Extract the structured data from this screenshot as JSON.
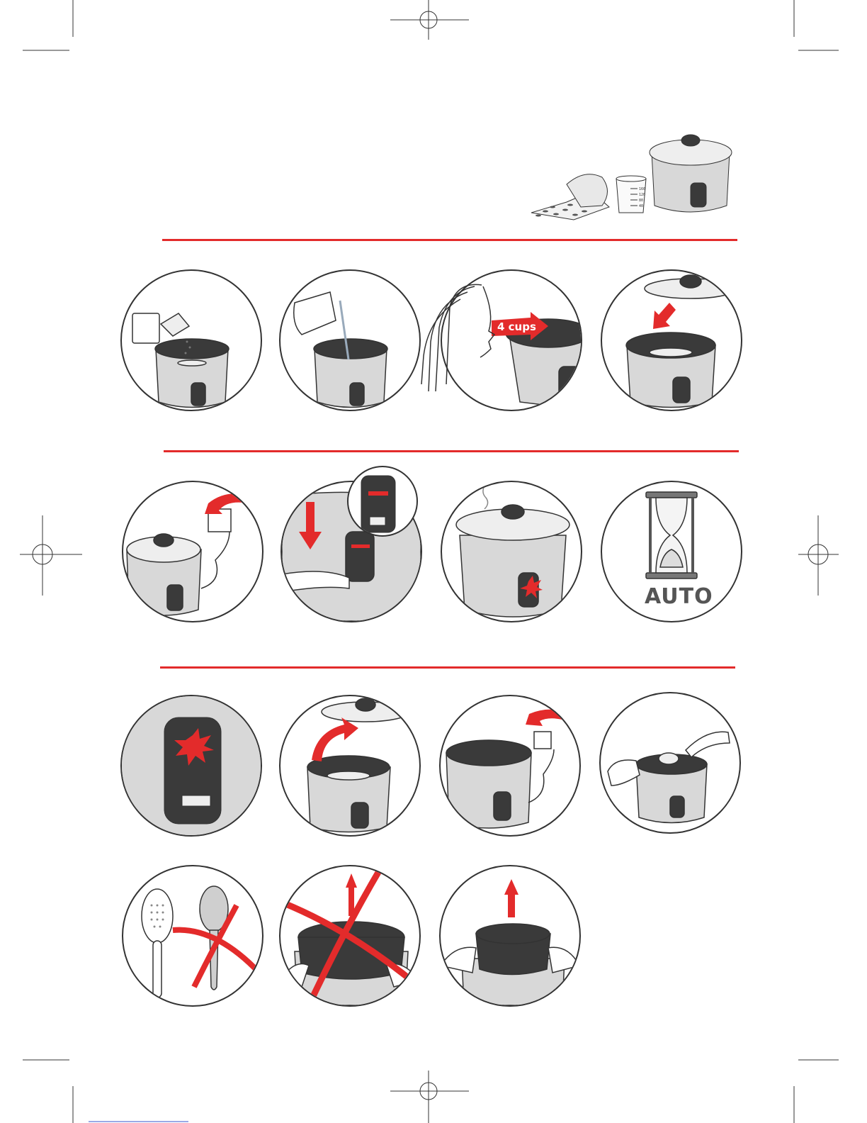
{
  "document": {
    "step_label_cups": "4 cups",
    "step_label_auto": "AUTO",
    "measuring_cup_scale": [
      "160",
      "120",
      "80",
      "40"
    ]
  },
  "colors": {
    "accent_red": "#e32b2b",
    "cooker_body": "#d8d8d8",
    "dark_pot": "#3a3a3a",
    "outline": "#333333"
  },
  "icons": {
    "rice_cooker": "rice-cooker-icon",
    "arrow": "red-arrow-icon",
    "cross": "red-cross-icon",
    "hourglass": "hourglass-icon",
    "plug": "wall-socket-icon"
  }
}
